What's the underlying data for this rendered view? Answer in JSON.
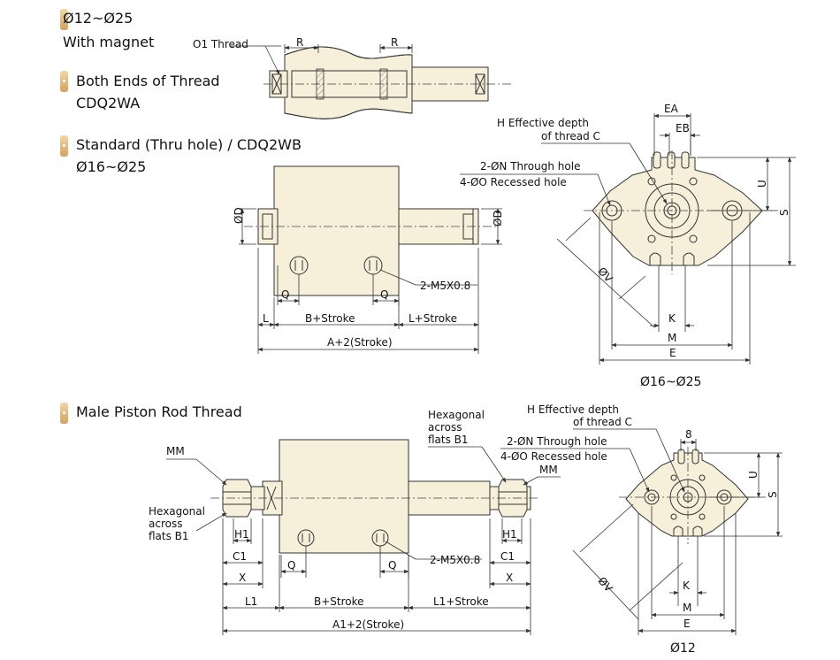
{
  "sections": {
    "magnet": {
      "line1": "Ø12~Ø25",
      "line2": "With magnet"
    },
    "both_ends": {
      "line1": "Both Ends of Thread",
      "line2": "CDQ2WA"
    },
    "standard": {
      "line1": "Standard (Thru hole) / CDQ2WB",
      "line2": "Ø16~Ø25"
    },
    "male_rod": {
      "line1": "Male Piston Rod Thread"
    }
  },
  "top_drawing": {
    "o1_thread": "O1 Thread",
    "r_left": "R",
    "r_right": "R"
  },
  "standard_drawing": {
    "d": "ØD",
    "d_right": "ØD",
    "q_left": "Q",
    "q_right": "Q",
    "port": "2-M5X0.8",
    "l": "L",
    "b_stroke": "B+Stroke",
    "l_stroke": "L+Stroke",
    "a_stroke": "A+2(Stroke)"
  },
  "end_view_1": {
    "h_effective_1": "H Effective depth",
    "h_effective_2": "of thread C",
    "ea": "EA",
    "eb": "EB",
    "through_hole": "2-ØN Through hole",
    "recessed_hole": "4-ØO Recessed hole",
    "u": "U",
    "s": "S",
    "v": "ØV",
    "k": "K",
    "m": "M",
    "e": "E",
    "caption": "Ø16~Ø25"
  },
  "male_drawing": {
    "mm_left": "MM",
    "hex_left_1": "Hexagonal",
    "hex_left_2": "across",
    "hex_left_3": "flats B1",
    "hex_right_1": "Hexagonal",
    "hex_right_2": "across",
    "hex_right_3": "flats B1",
    "mm_right": "MM",
    "h1_left": "H1",
    "h1_right": "H1",
    "c1_left": "C1",
    "c1_right": "C1",
    "x_left": "X",
    "x_right": "X",
    "q_left": "Q",
    "q_right": "Q",
    "port": "2-M5X0.8",
    "l1": "L1",
    "b_stroke": "B+Stroke",
    "l1_stroke": "L1+Stroke",
    "a1_stroke": "A1+2(Stroke)"
  },
  "end_view_2": {
    "h_effective_1": "H Effective depth",
    "h_effective_2": "of thread C",
    "eight": "8",
    "through_hole": "2-ØN Through hole",
    "recessed_hole": "4-ØO Recessed hole",
    "u": "U",
    "s": "S",
    "v": "ØV",
    "k": "K",
    "m": "M",
    "e": "E",
    "caption": "Ø12"
  }
}
